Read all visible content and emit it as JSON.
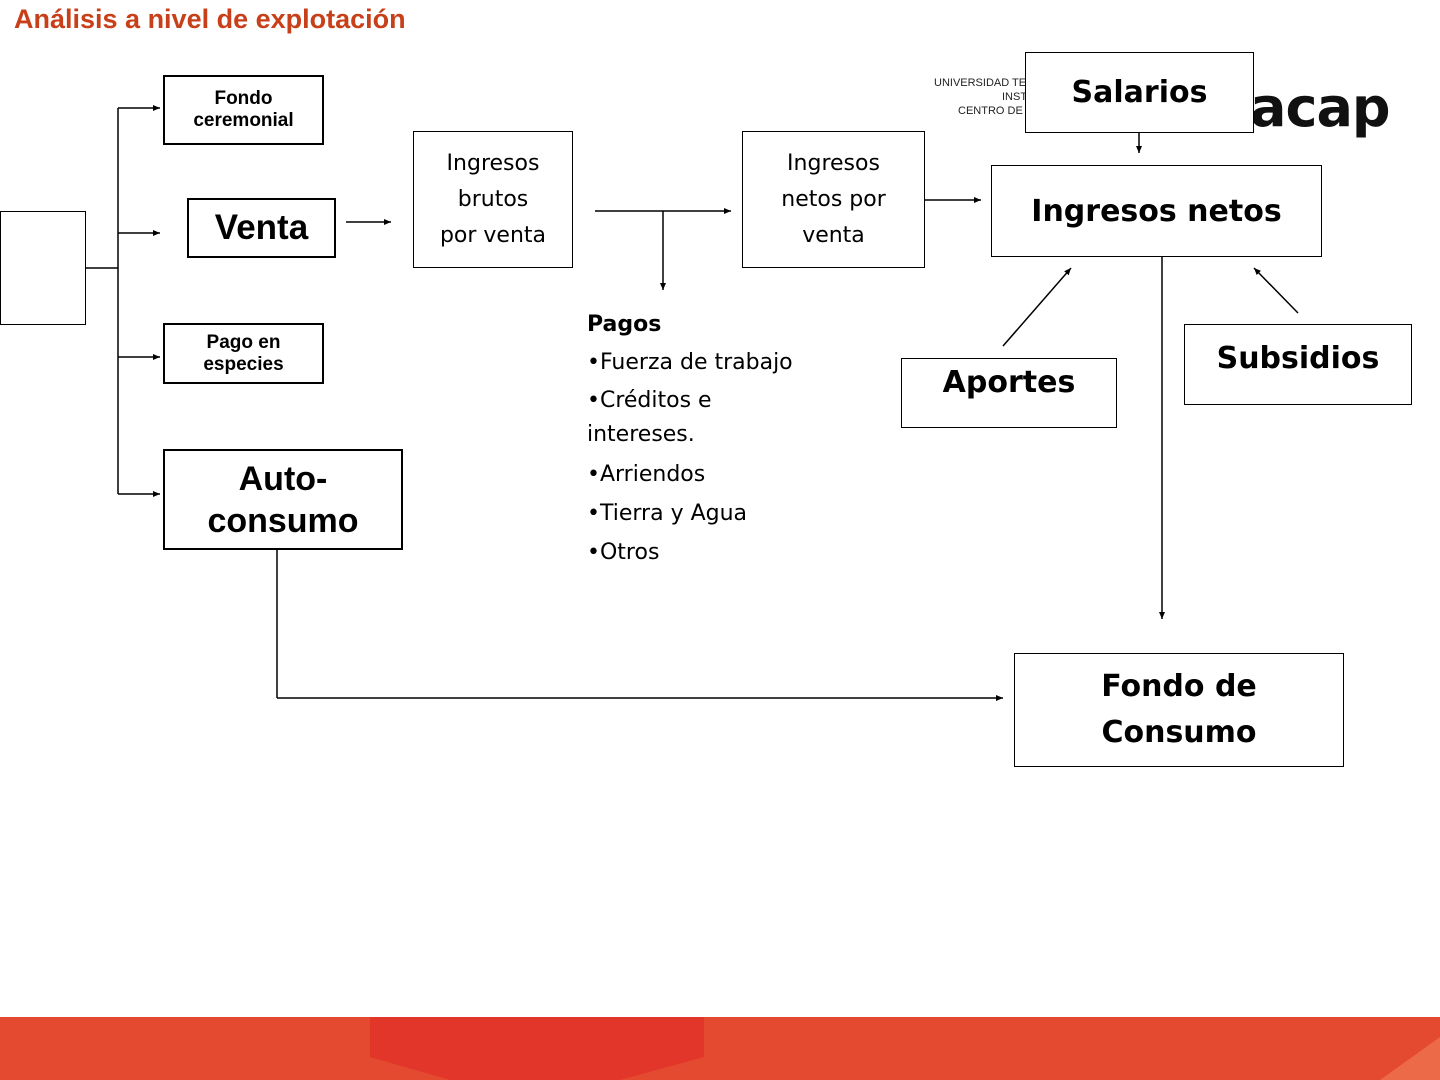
{
  "slide": {
    "title": "Análisis a nivel de explotación"
  },
  "logo": {
    "line1": "UNIVERSIDAD TEC",
    "line2": "INST",
    "line3": "CENTRO DE F",
    "wordmark": "acap"
  },
  "nodes": {
    "fondo_ceremonial": [
      "Fondo",
      "ceremonial"
    ],
    "venta": "Venta",
    "pago_especies": [
      "Pago en",
      "especies"
    ],
    "autoconsumo": [
      "Auto-",
      "consumo"
    ],
    "ingresos_brutos": [
      "Ingresos",
      "brutos",
      "por venta"
    ],
    "ingresos_netos_venta": [
      "Ingresos",
      "netos por",
      "venta"
    ],
    "salarios": "Salarios",
    "ingresos_netos": "Ingresos netos",
    "aportes": "Aportes",
    "subsidios": "Subsidios",
    "fondo_consumo": [
      "Fondo de",
      "Consumo"
    ]
  },
  "pagos": {
    "header": "Pagos",
    "items": [
      "•Fuerza de trabajo",
      "•Créditos e",
      "intereses.",
      "•Arriendos",
      "•Tierra y Agua",
      "•Otros"
    ]
  },
  "colors": {
    "title": "#c8401a",
    "footer": "#e44a30"
  }
}
